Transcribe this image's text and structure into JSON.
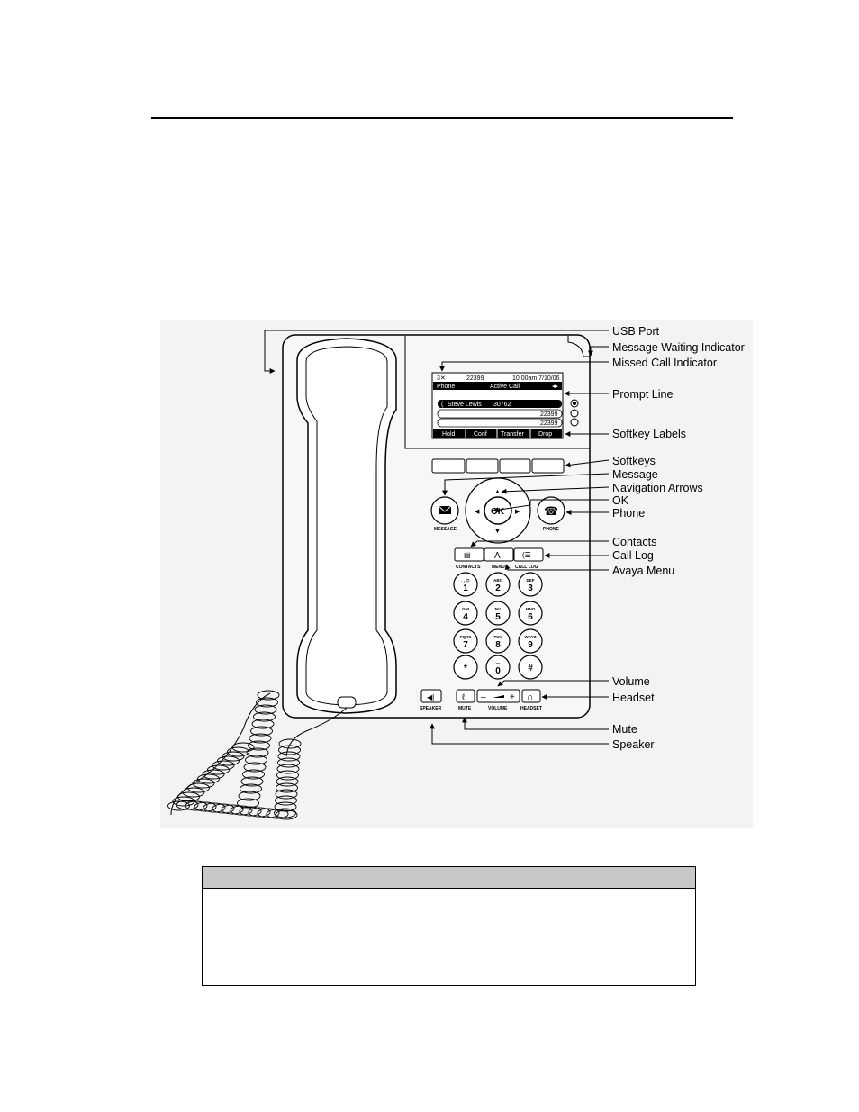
{
  "screen": {
    "status_icon": "3✕",
    "extension": "22399",
    "datetime": "10:00am 7/10/06",
    "header_left": "Phone",
    "header_center": "Active Call",
    "lines": [
      {
        "name": "Steve Lewis",
        "number": "30762"
      },
      {
        "name": "",
        "number": "22399"
      },
      {
        "name": "",
        "number": "22399"
      }
    ],
    "softkeys": [
      "Hold",
      "Conf",
      "Transfer",
      "Drop"
    ]
  },
  "buttons": {
    "message": "MESSAGE",
    "phone": "PHONE",
    "ok": "OK",
    "contacts": "CONTACTS",
    "menu": "MENU",
    "call_log": "CALL LOG",
    "speaker": "SPEAKER",
    "mute": "MUTE",
    "volume": "VOLUME",
    "headset": "HEADSET"
  },
  "keypad": [
    {
      "digit": "1",
      "letters": ". , @"
    },
    {
      "digit": "2",
      "letters": "ABC"
    },
    {
      "digit": "3",
      "letters": "DEF"
    },
    {
      "digit": "4",
      "letters": "GHI"
    },
    {
      "digit": "5",
      "letters": "JKL"
    },
    {
      "digit": "6",
      "letters": "MNO"
    },
    {
      "digit": "7",
      "letters": "PQRS"
    },
    {
      "digit": "8",
      "letters": "TUV"
    },
    {
      "digit": "9",
      "letters": "WXYZ"
    },
    {
      "digit": "*",
      "letters": ""
    },
    {
      "digit": "0",
      "letters": "—"
    },
    {
      "digit": "#",
      "letters": ""
    }
  ],
  "callouts": {
    "usb_port": "USB Port",
    "message_waiting": "Message Waiting Indicator",
    "missed_call": "Missed Call Indicator",
    "prompt_line": "Prompt Line",
    "softkey_labels": "Softkey Labels",
    "softkeys": "Softkeys",
    "message": "Message",
    "navigation_arrows": "Navigation Arrows",
    "ok": "OK",
    "phone": "Phone",
    "contacts": "Contacts",
    "call_log": "Call Log",
    "avaya_menu": "Avaya Menu",
    "volume": "Volume",
    "headset": "Headset",
    "mute": "Mute",
    "speaker": "Speaker"
  }
}
